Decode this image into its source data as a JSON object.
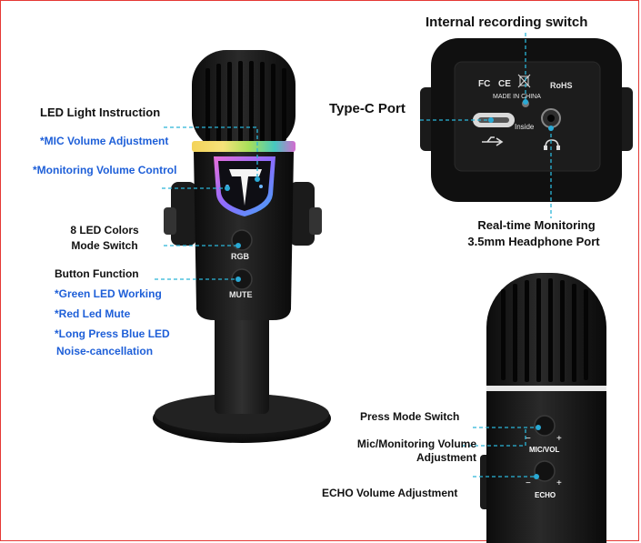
{
  "colors": {
    "label_black": "#111111",
    "label_blue": "#1e5fd8",
    "leader_line": "#2bb5d8",
    "dot": "#2aa9d4",
    "border": "#e53935"
  },
  "left_annotations": {
    "led_light_title": "LED Light Instruction",
    "mic_volume": "*MIC Volume Adjustment",
    "monitoring_volume": "*Monitoring Volume Control",
    "led_colors_line1": "8 LED Colors",
    "led_colors_line2": "Mode Switch",
    "button_function": "Button Function",
    "green_led": "*Green LED Working",
    "red_led": "*Red Led Mute",
    "long_press_line1": "*Long Press Blue LED",
    "long_press_line2": "Noise-cancellation"
  },
  "mic_face": {
    "rgb_label": "RGB",
    "mute_label": "MUTE"
  },
  "top_right_annotations": {
    "internal_switch": "Internal recording switch",
    "type_c": "Type-C Port",
    "monitoring_line1": "Real-time Monitoring",
    "monitoring_line2": "3.5mm Headphone Port"
  },
  "port_panel": {
    "fc": "FC",
    "ce": "CE",
    "rohs": "RoHS",
    "made_in": "MADE IN CHINA",
    "inside": "Inside"
  },
  "bottom_right_annotations": {
    "press_mode": "Press Mode Switch",
    "mic_mon_line1": "Mic/Monitoring Volume",
    "mic_mon_line2": "Adjustment",
    "echo": "ECHO Volume Adjustment"
  },
  "side_controls": {
    "minus": "−",
    "plus": "+",
    "mic_vol": "MIC/VOL",
    "echo": "ECHO"
  }
}
